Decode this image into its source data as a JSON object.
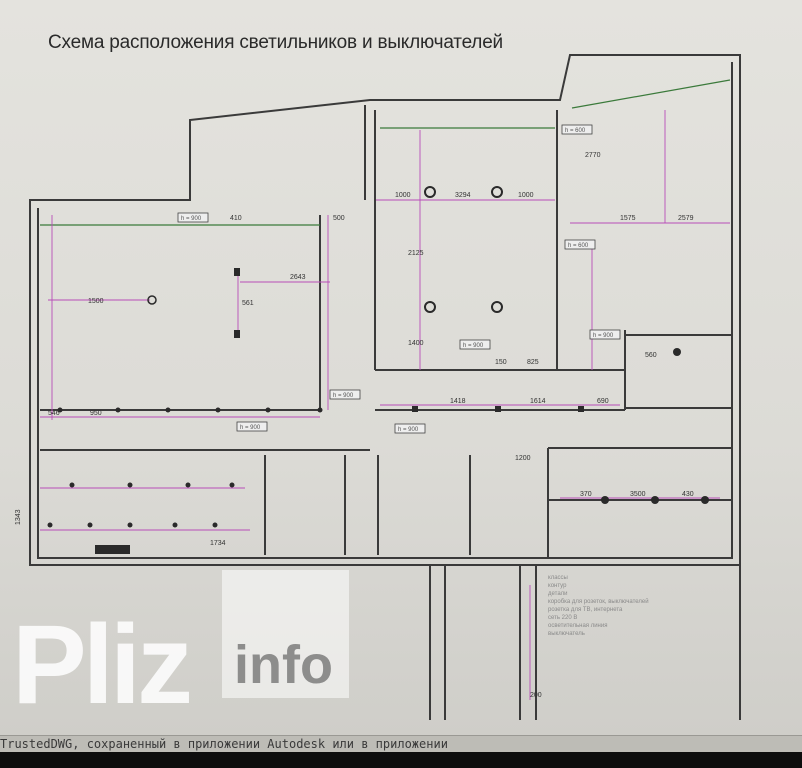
{
  "drawing": {
    "title": "Схема расположения светильников и выключателей",
    "height_tag": "h = 900",
    "height_tag_600": "h = 600",
    "dimensions": [
      "1000",
      "3294",
      "1000",
      "2125",
      "1400",
      "150",
      "825",
      "1575",
      "2579",
      "2643",
      "561",
      "500",
      "1418",
      "1614",
      "690",
      "546",
      "950",
      "1734",
      "1500",
      "3500",
      "370",
      "430",
      "2770",
      "1200",
      "1343",
      "560",
      "410",
      "200"
    ]
  },
  "legend": {
    "lines": [
      "классы",
      "контур",
      "детали",
      "коробка для розеток, выключателей",
      "розетка для ТВ, интернета",
      "сеть 220 В",
      "осветительная линия",
      "выключатель"
    ]
  },
  "watermark": {
    "brand_a": "Pliz",
    "brand_b": "info"
  },
  "status_bar": {
    "text": "TrustedDWG, сохраненный в приложении Autodesk или в приложении"
  }
}
